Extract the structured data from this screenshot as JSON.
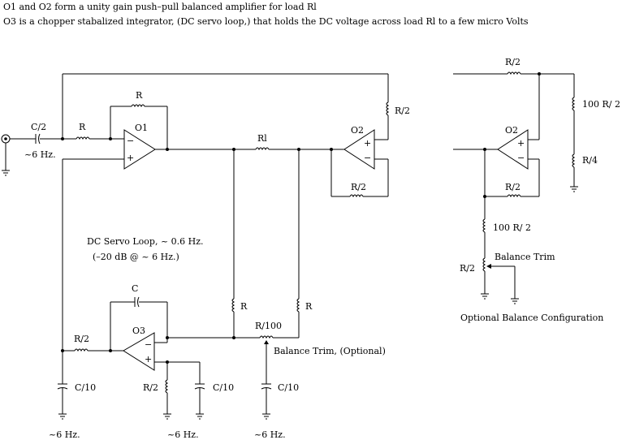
{
  "header": {
    "line1": "O1 and O2 form a unity gain push–pull balanced amplifier for load Rl",
    "line2": "O3 is a chopper stabalized integrator, (DC servo loop,) that holds the DC voltage across load Rl to a few micro Volts"
  },
  "labels": {
    "c_half": "C/2",
    "r_in": "R",
    "r_fb1": "R",
    "o1": "O1",
    "rl": "Rl",
    "r_half_top": "R/2",
    "o2": "O2",
    "r_half_o2": "R/2",
    "freq_in": "~6 Hz.",
    "servo_title": "DC Servo Loop, ~ 0.6 Hz.",
    "servo_sub": "(–20 dB @ ~ 6 Hz.)",
    "c_servo": "C",
    "o3": "O3",
    "r_half_o3": "R/2",
    "r_left_div": "R",
    "r_right_div": "R",
    "r_100": "R/100",
    "balance_trim_opt": "Balance Trim, (Optional)",
    "c10_a": "C/10",
    "c10_b": "C/10",
    "c10_c": "C/10",
    "r_half_gnd": "R/2",
    "freq_a": "~6 Hz.",
    "freq_b": "~6 Hz.",
    "freq_c": "~6 Hz."
  },
  "alt": {
    "r_half_top": "R/2",
    "r_100_half": "100 R/ 2",
    "r_quarter": "R/4",
    "o2": "O2",
    "r_half_fb": "R/2",
    "r_100_half_b": "100 R/ 2",
    "balance_trim": "Balance Trim",
    "r_half_pot": "R/2",
    "caption": "Optional Balance Configuration"
  }
}
